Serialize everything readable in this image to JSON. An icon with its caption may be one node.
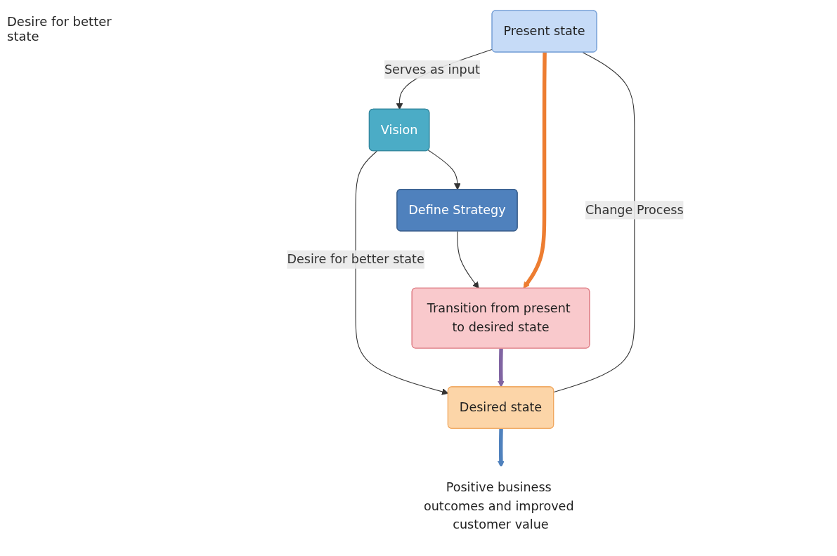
{
  "diagram": {
    "nodes": [
      {
        "text": [
          "Vision"
        ]
      },
      {
        "text": [
          "Define Strategy"
        ]
      },
      {
        "text": [
          "Present state"
        ]
      },
      {
        "text": [
          "Transition from present to desired state"
        ]
      },
      {
        "text": [
          "Desired state"
        ]
      },
      {
        "text": [
          "Positive business outcomes and improved customer value"
        ]
      }
    ],
    "edges": [
      {
        "from": 2,
        "to": 0,
        "arrow": "to",
        "label": "Serves as input"
      },
      {
        "from": 0,
        "to": 1,
        "arrow": "to"
      },
      {
        "from": 1,
        "to": 3,
        "arrow": "to"
      },
      {
        "from": 0,
        "to": 4,
        "arrow": "to",
        "label": "Desire for better state"
      },
      {
        "from": 2,
        "to": 3,
        "arrow": "to",
        "style": "thick",
        "color": "#ed7d31"
      },
      {
        "from": 3,
        "to": 4,
        "arrow": "to",
        "style": "thick",
        "color": "#8064a2"
      },
      {
        "from": 4,
        "to": 5,
        "arrow": "to",
        "style": "thick",
        "color": "#4f81bd"
      },
      {
        "from": 2,
        "to": 4,
        "arrow": "none",
        "label": "Change Process"
      }
    ],
    "labels": [
      "Desire for better state"
    ]
  }
}
